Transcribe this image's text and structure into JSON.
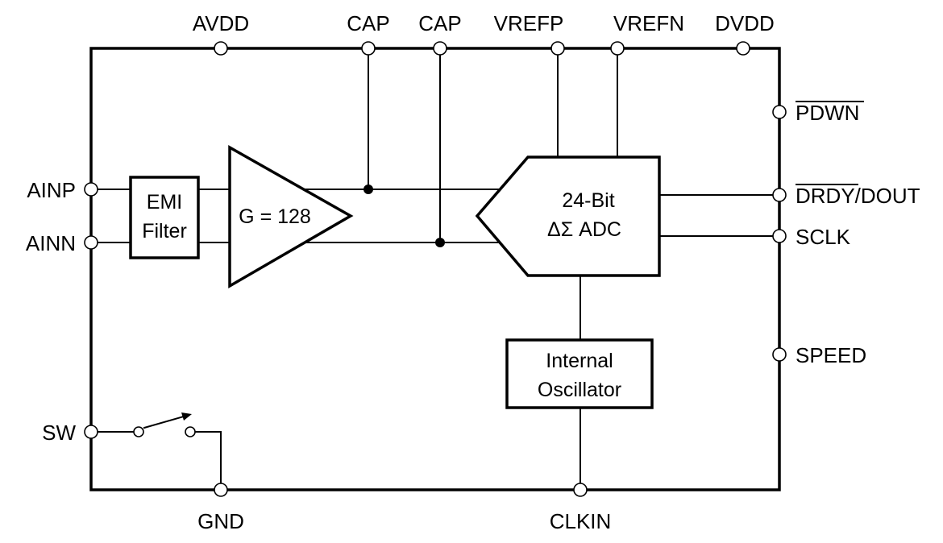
{
  "pins": {
    "avdd": "AVDD",
    "cap1": "CAP",
    "cap2": "CAP",
    "vrefp": "VREFP",
    "vrefn": "VREFN",
    "dvdd": "DVDD",
    "pdwn": "PDWN",
    "drdy": "DRDY",
    "dout": "/DOUT",
    "sclk": "SCLK",
    "speed": "SPEED",
    "ainp": "AINP",
    "ainn": "AINN",
    "sw": "SW",
    "gnd": "GND",
    "clkin": "CLKIN"
  },
  "blocks": {
    "emi_line1": "EMI",
    "emi_line2": "Filter",
    "pga": "G = 128",
    "adc_line1": "24-Bit",
    "adc_line2": "ΔΣ ADC",
    "osc_line1": "Internal",
    "osc_line2": "Oscillator"
  }
}
